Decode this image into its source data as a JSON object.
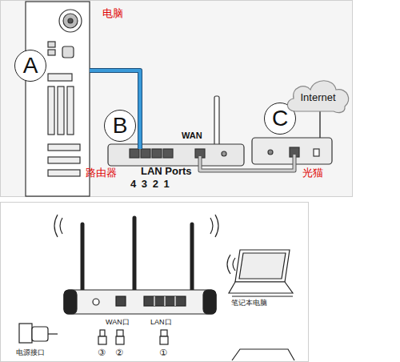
{
  "diagram": {
    "nodes": [
      {
        "text": [
          "电脑"
        ]
      },
      {
        "text": [
          "A"
        ]
      },
      {
        "text": [
          "B"
        ]
      },
      {
        "text": [
          "路由器"
        ]
      },
      {
        "text": [
          "C"
        ]
      },
      {
        "text": [
          "Internet"
        ]
      },
      {
        "text": [
          "光猫"
        ]
      },
      {
        "text": [
          "笔记本电脑"
        ]
      },
      {
        "text": [
          "电源接口"
        ]
      }
    ],
    "edges": [
      {
        "from": 0,
        "to": 3,
        "arrow": "none"
      },
      {
        "from": 3,
        "to": 6,
        "arrow": "none"
      },
      {
        "from": 6,
        "to": 5,
        "arrow": "none"
      }
    ],
    "labels": [
      "LAN Ports",
      "4 3 2 1",
      "WAN",
      "WAN口",
      "LAN口",
      "③",
      "②",
      "①"
    ]
  }
}
